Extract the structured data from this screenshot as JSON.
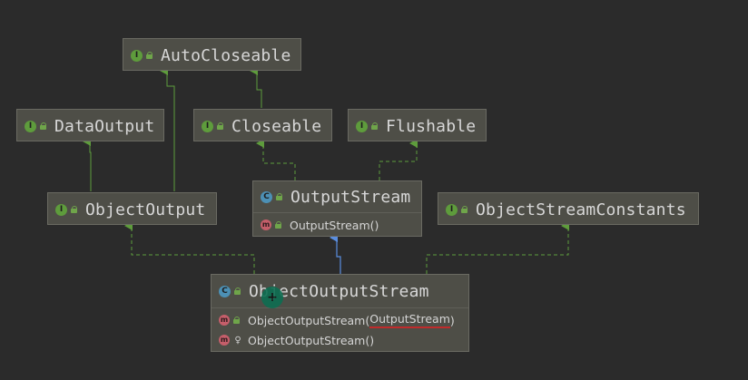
{
  "diagram": {
    "nodes": {
      "autocloseable": {
        "kind_icon": "I",
        "name": "AutoCloseable"
      },
      "dataoutput": {
        "kind_icon": "I",
        "name": "DataOutput"
      },
      "closeable": {
        "kind_icon": "I",
        "name": "Closeable"
      },
      "flushable": {
        "kind_icon": "I",
        "name": "Flushable"
      },
      "objectoutput": {
        "kind_icon": "I",
        "name": "ObjectOutput"
      },
      "outputstream": {
        "kind_icon": "C",
        "name": "OutputStream",
        "members": [
          {
            "icon": "m",
            "label": "OutputStream()"
          }
        ]
      },
      "objectstreamconstants": {
        "kind_icon": "I",
        "name": "ObjectStreamConstants"
      },
      "objectoutputstream": {
        "kind_icon": "C",
        "name": "ObjectOutputStream",
        "members": [
          {
            "icon": "m",
            "label_prefix": "ObjectOutputStream(",
            "label_param": "OutputStream",
            "label_suffix": ")"
          },
          {
            "icon": "m",
            "label": "ObjectOutputStream()"
          }
        ]
      }
    },
    "colors": {
      "background": "#2b2b2b",
      "node_fill": "#4e4e47",
      "implements_edge": "#5e9c3c",
      "extends_edge": "#5a8ee0",
      "underline": "#c02b2b"
    }
  }
}
